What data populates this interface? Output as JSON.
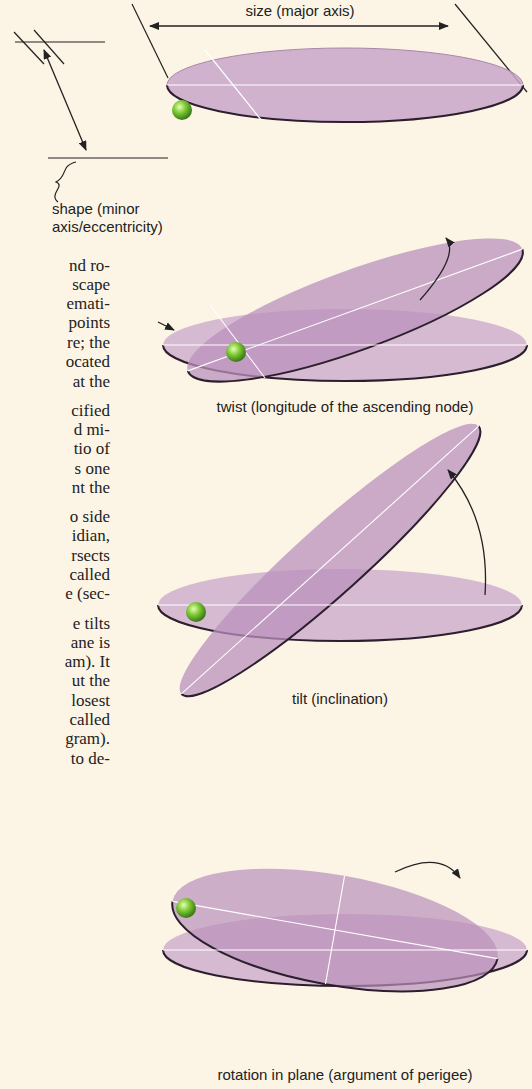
{
  "diagram": {
    "labels": [
      "size (major axis)",
      "shape (minor axis/eccentricity)",
      "twist (longitude of the ascending node)",
      "tilt (inclination)",
      "rotation in plane (argument of perigee)",
      "nd ro-",
      "scape",
      "emati-",
      "points",
      "re; the",
      "ocated",
      "at the",
      "cified",
      "d mi-",
      "tio of",
      "s one",
      "nt the",
      "o side",
      "idian,",
      "rsects",
      "called",
      "e (sec-",
      "e tilts",
      "ane is",
      "am). It",
      "ut the",
      "losest",
      "called",
      "gram).",
      "to de-"
    ]
  }
}
